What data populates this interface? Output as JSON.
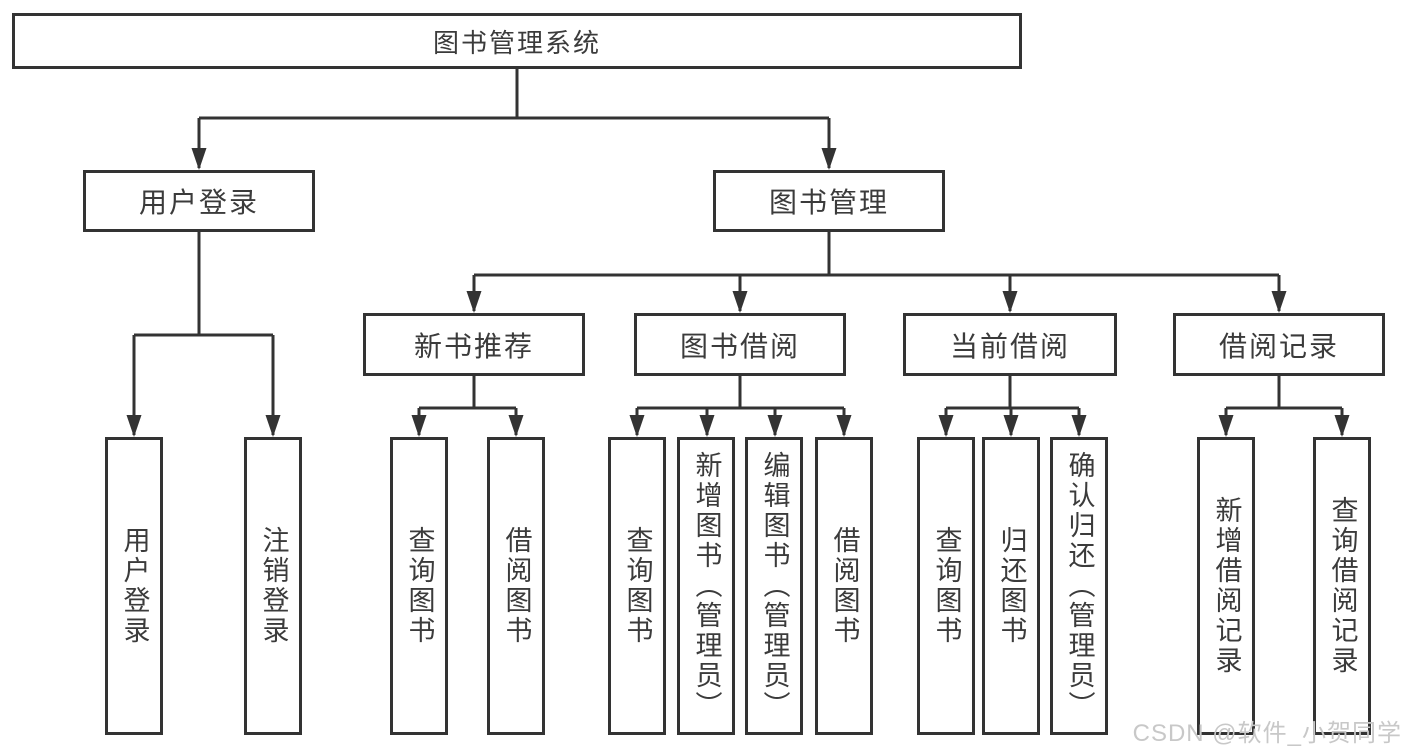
{
  "diagram": {
    "root": {
      "label": "图书管理系统"
    },
    "branches": [
      {
        "label": "用户登录",
        "children": [
          {
            "label": "用户登录"
          },
          {
            "label": "注销登录"
          }
        ]
      },
      {
        "label": "图书管理",
        "children": [
          {
            "label": "新书推荐",
            "children": [
              {
                "label": "查询图书"
              },
              {
                "label": "借阅图书"
              }
            ]
          },
          {
            "label": "图书借阅",
            "children": [
              {
                "label": "查询图书"
              },
              {
                "label": "新增图书（管理员）"
              },
              {
                "label": "编辑图书（管理员）"
              },
              {
                "label": "借阅图书"
              }
            ]
          },
          {
            "label": "当前借阅",
            "children": [
              {
                "label": "查询图书"
              },
              {
                "label": "归还图书"
              },
              {
                "label": "确认归还（管理员）"
              }
            ]
          },
          {
            "label": "借阅记录",
            "children": [
              {
                "label": "新增借阅记录"
              },
              {
                "label": "查询借阅记录"
              }
            ]
          }
        ]
      }
    ]
  },
  "watermark": {
    "text": "CSDN @软件_小贺同学"
  },
  "colors": {
    "line": "#333333",
    "text": "#3b3b3b",
    "watermark": "#c8c8c8",
    "background": "#ffffff"
  }
}
